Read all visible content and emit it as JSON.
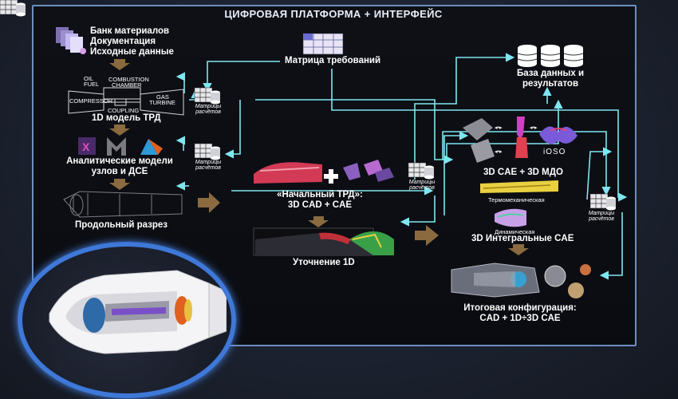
{
  "header": {
    "title": "ЦИФРОВАЯ ПЛАТФОРМА + ИНТЕРФЕЙС"
  },
  "left_column": {
    "inputs": [
      "Банк материалов",
      "Документация",
      "Исходные данные"
    ],
    "model_1d": "1D модель ТРД",
    "analytic_models": [
      "Аналитические модели",
      "узлов и ДСЕ"
    ],
    "section": "Продольный разрез",
    "engine_labels": {
      "oil": "OIL",
      "fuel": "FUEL",
      "combustion": "COMBUSTION",
      "chamber": "CHAMBER",
      "compressor": "COMPRESSOR",
      "coupling": "COUPLING",
      "gas": "GAS",
      "turbine": "TURBINE"
    }
  },
  "matrix_label": [
    "Матрицы",
    "расчётов"
  ],
  "top": {
    "requirements": "Матрица требований",
    "database": [
      "База данных и",
      "результатов"
    ]
  },
  "center": {
    "initial": [
      "«Начальный ТРД»:",
      "3D CAD + CAE"
    ],
    "refine": "Уточнение 1D"
  },
  "right": {
    "cae_mdo": "3D CAE + 3D МДО",
    "ioso": "iOSO",
    "thermo": "Термомеханическая",
    "dynamic": "Динамическая",
    "integral": "3D Интегральные CAE",
    "final": [
      "Итоговая конфигурация:",
      "CAD + 1D÷3D CAE"
    ]
  },
  "colors": {
    "arrow_cyan": "#7fe6f0",
    "arrow_brown": "#8a6a3e",
    "frame": "#6d8fbf",
    "circle": "#3e78d8"
  }
}
